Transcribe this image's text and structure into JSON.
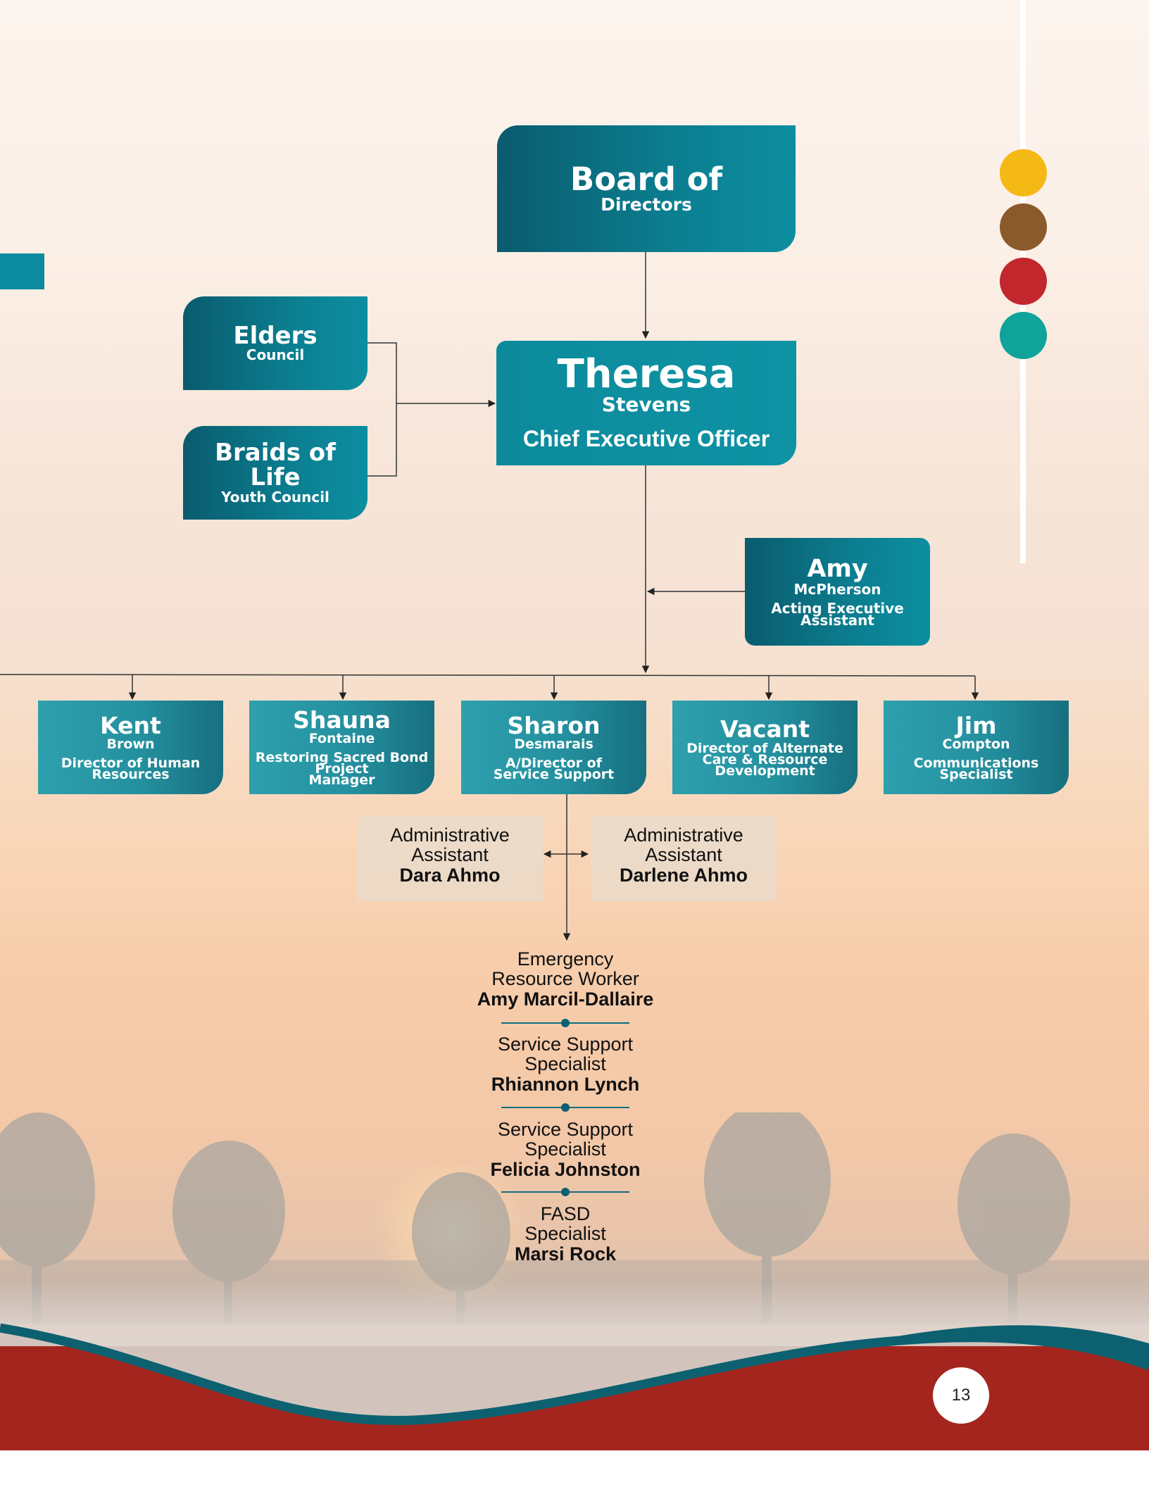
{
  "palette": {
    "teal": "#0b8b9d",
    "teal_dark": "#0a5b6d",
    "teal_light": "#2ea0ad",
    "wave_red": "#a4251d",
    "accent_dots": [
      "#f5b915",
      "#8b5a2b",
      "#c1272d",
      "#0fa39a"
    ]
  },
  "board": {
    "first": "Board of",
    "second": "Directors"
  },
  "ceo": {
    "first": "Theresa",
    "last": "Stevens",
    "title": "Chief Executive Officer"
  },
  "elders": {
    "first": "Elders",
    "second": "Council"
  },
  "braids": {
    "first": "Braids of",
    "second": "Life",
    "third": "Youth Council"
  },
  "assistant": {
    "first": "Amy",
    "last": "McPherson",
    "role_line1": "Acting Executive",
    "role_line2": "Assistant"
  },
  "directors": [
    {
      "first": "Kent",
      "last": "Brown",
      "role": [
        "Director of Human",
        "Resources"
      ]
    },
    {
      "first": "Shauna",
      "last": "Fontaine",
      "role": [
        "Restoring Sacred Bond",
        "Project",
        "Manager"
      ]
    },
    {
      "first": "Sharon",
      "last": "Desmarais",
      "role": [
        "A/Director of",
        "Service Support"
      ]
    },
    {
      "first": "Vacant",
      "last": "",
      "role": [
        "Director of Alternate",
        "Care & Resource",
        "Development"
      ]
    },
    {
      "first": "Jim",
      "last": "Compton",
      "role": [
        "Communications",
        "Specialist"
      ]
    }
  ],
  "admin_assistants": [
    {
      "title_line1": "Administrative",
      "title_line2": "Assistant",
      "name": "Dara Ahmo"
    },
    {
      "title_line1": "Administrative",
      "title_line2": "Assistant",
      "name": "Darlene Ahmo"
    }
  ],
  "staff": [
    {
      "title_line1": "Emergency",
      "title_line2": "Resource Worker",
      "name": "Amy Marcil-Dallaire"
    },
    {
      "title_line1": "Service Support",
      "title_line2": "Specialist",
      "name": "Rhiannon Lynch"
    },
    {
      "title_line1": "Service Support",
      "title_line2": "Specialist",
      "name": "Felicia Johnston"
    },
    {
      "title_line1": "FASD",
      "title_line2": "Specialist",
      "name": "Marsi Rock"
    }
  ],
  "page_number": "13"
}
